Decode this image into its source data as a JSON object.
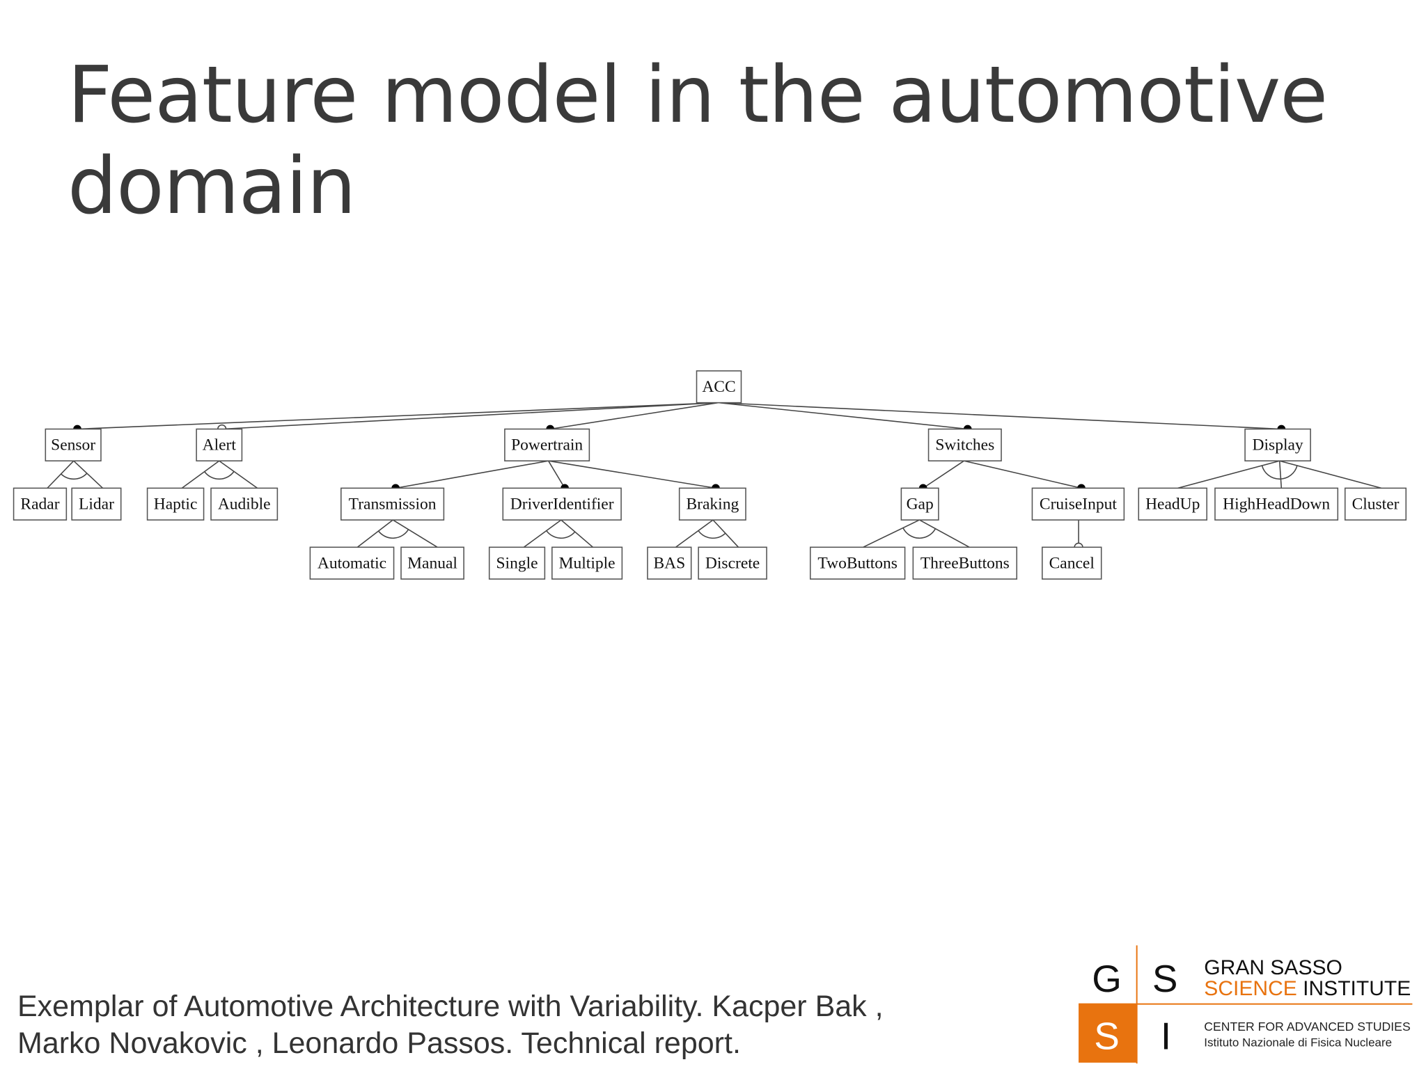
{
  "slide": {
    "title_line1": "Feature model in the automotive",
    "title_line2": "domain",
    "citation_line1": "Exemplar of Automotive Architecture with Variability. Kacper Bak ,",
    "citation_line2": "Marko Novakovic , Leonardo Passos. Technical report."
  },
  "logo": {
    "letters": [
      "G",
      "S",
      "S",
      "I"
    ],
    "line1": "GRAN SASSO",
    "line2_accent": "SCIENCE",
    "line2_rest": "INSTITUTE",
    "line3": "CENTER FOR ADVANCED STUDIES",
    "line4": "Istituto Nazionale di Fisica Nucleare",
    "accent_color": "#e8730f"
  },
  "diagram": {
    "root": "ACC",
    "nodes": [
      {
        "id": "ACC",
        "label": "ACC"
      },
      {
        "id": "Sensor",
        "label": "Sensor",
        "parent": "ACC",
        "kind": "mandatory"
      },
      {
        "id": "Alert",
        "label": "Alert",
        "parent": "ACC",
        "kind": "optional"
      },
      {
        "id": "Powertrain",
        "label": "Powertrain",
        "parent": "ACC",
        "kind": "mandatory"
      },
      {
        "id": "Switches",
        "label": "Switches",
        "parent": "ACC",
        "kind": "mandatory"
      },
      {
        "id": "Display",
        "label": "Display",
        "parent": "ACC",
        "kind": "mandatory"
      },
      {
        "id": "Radar",
        "label": "Radar",
        "parent": "Sensor",
        "kind": "group"
      },
      {
        "id": "Lidar",
        "label": "Lidar",
        "parent": "Sensor",
        "kind": "group"
      },
      {
        "id": "Haptic",
        "label": "Haptic",
        "parent": "Alert",
        "kind": "group"
      },
      {
        "id": "Audible",
        "label": "Audible",
        "parent": "Alert",
        "kind": "group"
      },
      {
        "id": "Transmission",
        "label": "Transmission",
        "parent": "Powertrain",
        "kind": "mandatory"
      },
      {
        "id": "DriverIdentifier",
        "label": "DriverIdentifier",
        "parent": "Powertrain",
        "kind": "mandatory"
      },
      {
        "id": "Braking",
        "label": "Braking",
        "parent": "Powertrain",
        "kind": "mandatory"
      },
      {
        "id": "Gap",
        "label": "Gap",
        "parent": "Switches",
        "kind": "mandatory"
      },
      {
        "id": "CruiseInput",
        "label": "CruiseInput",
        "parent": "Switches",
        "kind": "mandatory"
      },
      {
        "id": "HeadUp",
        "label": "HeadUp",
        "parent": "Display",
        "kind": "group"
      },
      {
        "id": "HighHeadDown",
        "label": "HighHeadDown",
        "parent": "Display",
        "kind": "group"
      },
      {
        "id": "Cluster",
        "label": "Cluster",
        "parent": "Display",
        "kind": "group"
      },
      {
        "id": "Automatic",
        "label": "Automatic",
        "parent": "Transmission",
        "kind": "group"
      },
      {
        "id": "Manual",
        "label": "Manual",
        "parent": "Transmission",
        "kind": "group"
      },
      {
        "id": "Single",
        "label": "Single",
        "parent": "DriverIdentifier",
        "kind": "group"
      },
      {
        "id": "Multiple",
        "label": "Multiple",
        "parent": "DriverIdentifier",
        "kind": "group"
      },
      {
        "id": "BAS",
        "label": "BAS",
        "parent": "Braking",
        "kind": "group"
      },
      {
        "id": "Discrete",
        "label": "Discrete",
        "parent": "Braking",
        "kind": "group"
      },
      {
        "id": "TwoButtons",
        "label": "TwoButtons",
        "parent": "Gap",
        "kind": "group"
      },
      {
        "id": "ThreeButtons",
        "label": "ThreeButtons",
        "parent": "Gap",
        "kind": "group"
      },
      {
        "id": "Cancel",
        "label": "Cancel",
        "parent": "CruiseInput",
        "kind": "optional"
      }
    ],
    "groups": [
      {
        "parent": "Sensor",
        "type": "alternative"
      },
      {
        "parent": "Alert",
        "type": "alternative"
      },
      {
        "parent": "Transmission",
        "type": "alternative"
      },
      {
        "parent": "DriverIdentifier",
        "type": "alternative"
      },
      {
        "parent": "Braking",
        "type": "alternative"
      },
      {
        "parent": "Gap",
        "type": "alternative"
      },
      {
        "parent": "Display",
        "type": "alternative"
      }
    ]
  }
}
